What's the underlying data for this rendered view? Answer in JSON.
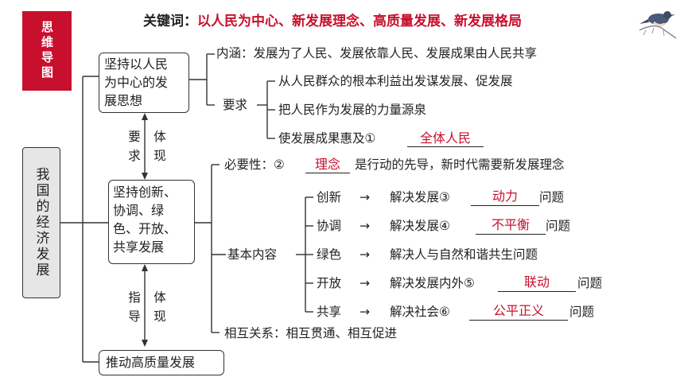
{
  "sidebar_tab": "思维导图",
  "keywords": {
    "label": "关键词：",
    "values": "以人民为中心、新发展理念、高质量发展、新发展格局"
  },
  "root": "我国的经济发展",
  "node1": {
    "title_lines": [
      "坚持以人民",
      "为中心的发",
      "展思想"
    ],
    "connotation": "内涵：发展为了人民、发展依靠人民、发展成果由人民共享",
    "requirement_label": "要求",
    "requirements": [
      "从人民群众的根本利益出发谋发展、促发展",
      "把人民作为发展的力量源泉",
      "使发展成果惠及①"
    ],
    "answer1": "全体人民"
  },
  "link1": {
    "left": [
      "要",
      "求"
    ],
    "right": [
      "体",
      "现"
    ]
  },
  "node2": {
    "title_lines": [
      "坚持创新、",
      "协调、绿",
      "色、开放、",
      "共享发展"
    ],
    "necessity_prefix": "必要性：②",
    "answer2": "理念",
    "necessity_suffix": "是行动的先导，新时代需要新发展理念",
    "basic_label": "基本内容",
    "items": [
      {
        "name": "创新",
        "arrow": "→",
        "prefix": "解决发展③",
        "answer": "动力",
        "suffix": "问题"
      },
      {
        "name": "协调",
        "arrow": "→",
        "prefix": "解决发展④",
        "answer": "不平衡",
        "suffix": "问题"
      },
      {
        "name": "绿色",
        "arrow": "→",
        "prefix": "解决人与自然和谐共生问题",
        "answer": "",
        "suffix": ""
      },
      {
        "name": "开放",
        "arrow": "→",
        "prefix": "解决发展内外⑤",
        "answer": "联动",
        "suffix": "问题"
      },
      {
        "name": "共享",
        "arrow": "→",
        "prefix": "解决社会⑥",
        "answer": "公平正义",
        "suffix": "问题"
      }
    ],
    "relation": "相互关系：相互贯通、相互促进"
  },
  "link2": {
    "left": [
      "指",
      "导"
    ],
    "right": [
      "体",
      "现"
    ]
  },
  "node3": {
    "title": "推动高质量发展"
  },
  "icons": {
    "bird": "bird-illustration-icon"
  },
  "colors": {
    "accent": "#c8102e",
    "root_bg": "#e6e6e6"
  }
}
